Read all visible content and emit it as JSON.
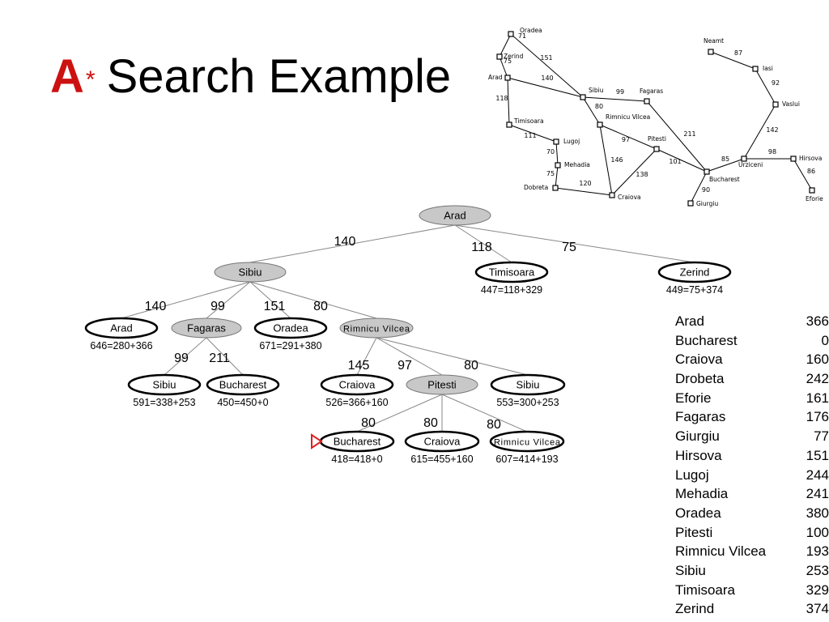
{
  "slide": {
    "title_letter": "A",
    "title_star": "*",
    "title_rest": "Search Example",
    "title_color": "#cc1111"
  },
  "romania_map": {
    "cities": [
      {
        "id": "oradea",
        "name": "Oradea"
      },
      {
        "id": "zerind",
        "name": "Zerind"
      },
      {
        "id": "arad",
        "name": "Arad"
      },
      {
        "id": "timisoara",
        "name": "Timisoara"
      },
      {
        "id": "lugoj",
        "name": "Lugoj"
      },
      {
        "id": "mehadia",
        "name": "Mehadia"
      },
      {
        "id": "dobreta",
        "name": "Dobreta"
      },
      {
        "id": "craiova",
        "name": "Craiova"
      },
      {
        "id": "sibiu",
        "name": "Sibiu"
      },
      {
        "id": "rimnicu",
        "name": "Rimnicu Vilcea"
      },
      {
        "id": "fagaras",
        "name": "Fagaras"
      },
      {
        "id": "pitesti",
        "name": "Pitesti"
      },
      {
        "id": "bucharest",
        "name": "Bucharest"
      },
      {
        "id": "giurgiu",
        "name": "Giurgiu"
      },
      {
        "id": "urziceni",
        "name": "Urziceni"
      },
      {
        "id": "hirsova",
        "name": "Hirsova"
      },
      {
        "id": "eforie",
        "name": "Eforie"
      },
      {
        "id": "vaslui",
        "name": "Vaslui"
      },
      {
        "id": "iasi",
        "name": "Iasi"
      },
      {
        "id": "neamt",
        "name": "Neamt"
      }
    ],
    "roads": [
      {
        "from": "oradea",
        "to": "zerind",
        "km": 71
      },
      {
        "from": "zerind",
        "to": "arad",
        "km": 75
      },
      {
        "from": "oradea",
        "to": "sibiu",
        "km": 151
      },
      {
        "from": "arad",
        "to": "sibiu",
        "km": 140
      },
      {
        "from": "arad",
        "to": "timisoara",
        "km": 118
      },
      {
        "from": "timisoara",
        "to": "lugoj",
        "km": 111
      },
      {
        "from": "lugoj",
        "to": "mehadia",
        "km": 70
      },
      {
        "from": "mehadia",
        "to": "dobreta",
        "km": 75
      },
      {
        "from": "dobreta",
        "to": "craiova",
        "km": 120
      },
      {
        "from": "sibiu",
        "to": "fagaras",
        "km": 99
      },
      {
        "from": "sibiu",
        "to": "rimnicu",
        "km": 80
      },
      {
        "from": "rimnicu",
        "to": "pitesti",
        "km": 97
      },
      {
        "from": "rimnicu",
        "to": "craiova",
        "km": 146
      },
      {
        "from": "craiova",
        "to": "pitesti",
        "km": 138
      },
      {
        "from": "pitesti",
        "to": "bucharest",
        "km": 101
      },
      {
        "from": "fagaras",
        "to": "bucharest",
        "km": 211
      },
      {
        "from": "bucharest",
        "to": "giurgiu",
        "km": 90
      },
      {
        "from": "bucharest",
        "to": "urziceni",
        "km": 85
      },
      {
        "from": "urziceni",
        "to": "hirsova",
        "km": 98
      },
      {
        "from": "hirsova",
        "to": "eforie",
        "km": 86
      },
      {
        "from": "urziceni",
        "to": "vaslui",
        "km": 142
      },
      {
        "from": "vaslui",
        "to": "iasi",
        "km": 92
      },
      {
        "from": "iasi",
        "to": "neamt",
        "km": 87
      }
    ]
  },
  "search_tree": {
    "nodes": [
      {
        "id": "n_arad",
        "label": "Arad",
        "f": "",
        "state": "expanded"
      },
      {
        "id": "n_sibiu",
        "label": "Sibiu",
        "f": "",
        "state": "expanded"
      },
      {
        "id": "n_timisoara",
        "label": "Timisoara",
        "f": "447=118+329",
        "state": "frontier"
      },
      {
        "id": "n_zerind",
        "label": "Zerind",
        "f": "449=75+374",
        "state": "frontier"
      },
      {
        "id": "n_arad2",
        "label": "Arad",
        "f": "646=280+366",
        "state": "frontier"
      },
      {
        "id": "n_fagaras",
        "label": "Fagaras",
        "f": "",
        "state": "expanded"
      },
      {
        "id": "n_oradea",
        "label": "Oradea",
        "f": "671=291+380",
        "state": "frontier"
      },
      {
        "id": "n_rimnicu",
        "label": "Rimnicu Vilcea",
        "f": "",
        "state": "expanded"
      },
      {
        "id": "n_sibiu2",
        "label": "Sibiu",
        "f": "591=338+253",
        "state": "frontier"
      },
      {
        "id": "n_bucharest1",
        "label": "Bucharest",
        "f": "450=450+0",
        "state": "frontier"
      },
      {
        "id": "n_craiova",
        "label": "Craiova",
        "f": "526=366+160",
        "state": "frontier"
      },
      {
        "id": "n_pitesti",
        "label": "Pitesti",
        "f": "",
        "state": "expanded"
      },
      {
        "id": "n_sibiu3",
        "label": "Sibiu",
        "f": "553=300+253",
        "state": "frontier"
      },
      {
        "id": "n_bucharest2",
        "label": "Bucharest",
        "f": "418=418+0",
        "state": "goal"
      },
      {
        "id": "n_craiova2",
        "label": "Craiova",
        "f": "615=455+160",
        "state": "frontier"
      },
      {
        "id": "n_rimnicu2",
        "label": "Rimnicu Vilcea",
        "f": "607=414+193",
        "state": "frontier"
      }
    ],
    "edges": [
      {
        "from": "n_arad",
        "to": "n_sibiu",
        "cost": "140"
      },
      {
        "from": "n_arad",
        "to": "n_timisoara",
        "cost": "118"
      },
      {
        "from": "n_arad",
        "to": "n_zerind",
        "cost": "75"
      },
      {
        "from": "n_sibiu",
        "to": "n_arad2",
        "cost": "140"
      },
      {
        "from": "n_sibiu",
        "to": "n_fagaras",
        "cost": "99"
      },
      {
        "from": "n_sibiu",
        "to": "n_oradea",
        "cost": "151"
      },
      {
        "from": "n_sibiu",
        "to": "n_rimnicu",
        "cost": "80"
      },
      {
        "from": "n_fagaras",
        "to": "n_sibiu2",
        "cost": "99"
      },
      {
        "from": "n_fagaras",
        "to": "n_bucharest1",
        "cost": "211"
      },
      {
        "from": "n_rimnicu",
        "to": "n_craiova",
        "cost": "145"
      },
      {
        "from": "n_rimnicu",
        "to": "n_pitesti",
        "cost": "97"
      },
      {
        "from": "n_rimnicu",
        "to": "n_sibiu3",
        "cost": "80"
      },
      {
        "from": "n_pitesti",
        "to": "n_bucharest2",
        "cost": "80"
      },
      {
        "from": "n_pitesti",
        "to": "n_craiova2",
        "cost": "80"
      },
      {
        "from": "n_pitesti",
        "to": "n_rimnicu2",
        "cost": "80"
      }
    ],
    "expanded_fill": "#c8c8c8",
    "goal_marker_color": "#dd2222"
  },
  "heuristic_table": [
    {
      "city": "Arad",
      "h": "366"
    },
    {
      "city": "Bucharest",
      "h": "0"
    },
    {
      "city": "Craiova",
      "h": "160"
    },
    {
      "city": "Drobeta",
      "h": "242"
    },
    {
      "city": "Eforie",
      "h": "161"
    },
    {
      "city": "Fagaras",
      "h": "176"
    },
    {
      "city": "Giurgiu",
      "h": "77"
    },
    {
      "city": "Hirsova",
      "h": "151"
    },
    {
      "city": "Lugoj",
      "h": "244"
    },
    {
      "city": "Mehadia",
      "h": "241"
    },
    {
      "city": "Oradea",
      "h": "380"
    },
    {
      "city": "Pitesti",
      "h": "100"
    },
    {
      "city": "Rimnicu Vilcea",
      "h": "193"
    },
    {
      "city": "Sibiu",
      "h": "253"
    },
    {
      "city": "Timisoara",
      "h": "329"
    },
    {
      "city": "Zerind",
      "h": "374"
    }
  ]
}
